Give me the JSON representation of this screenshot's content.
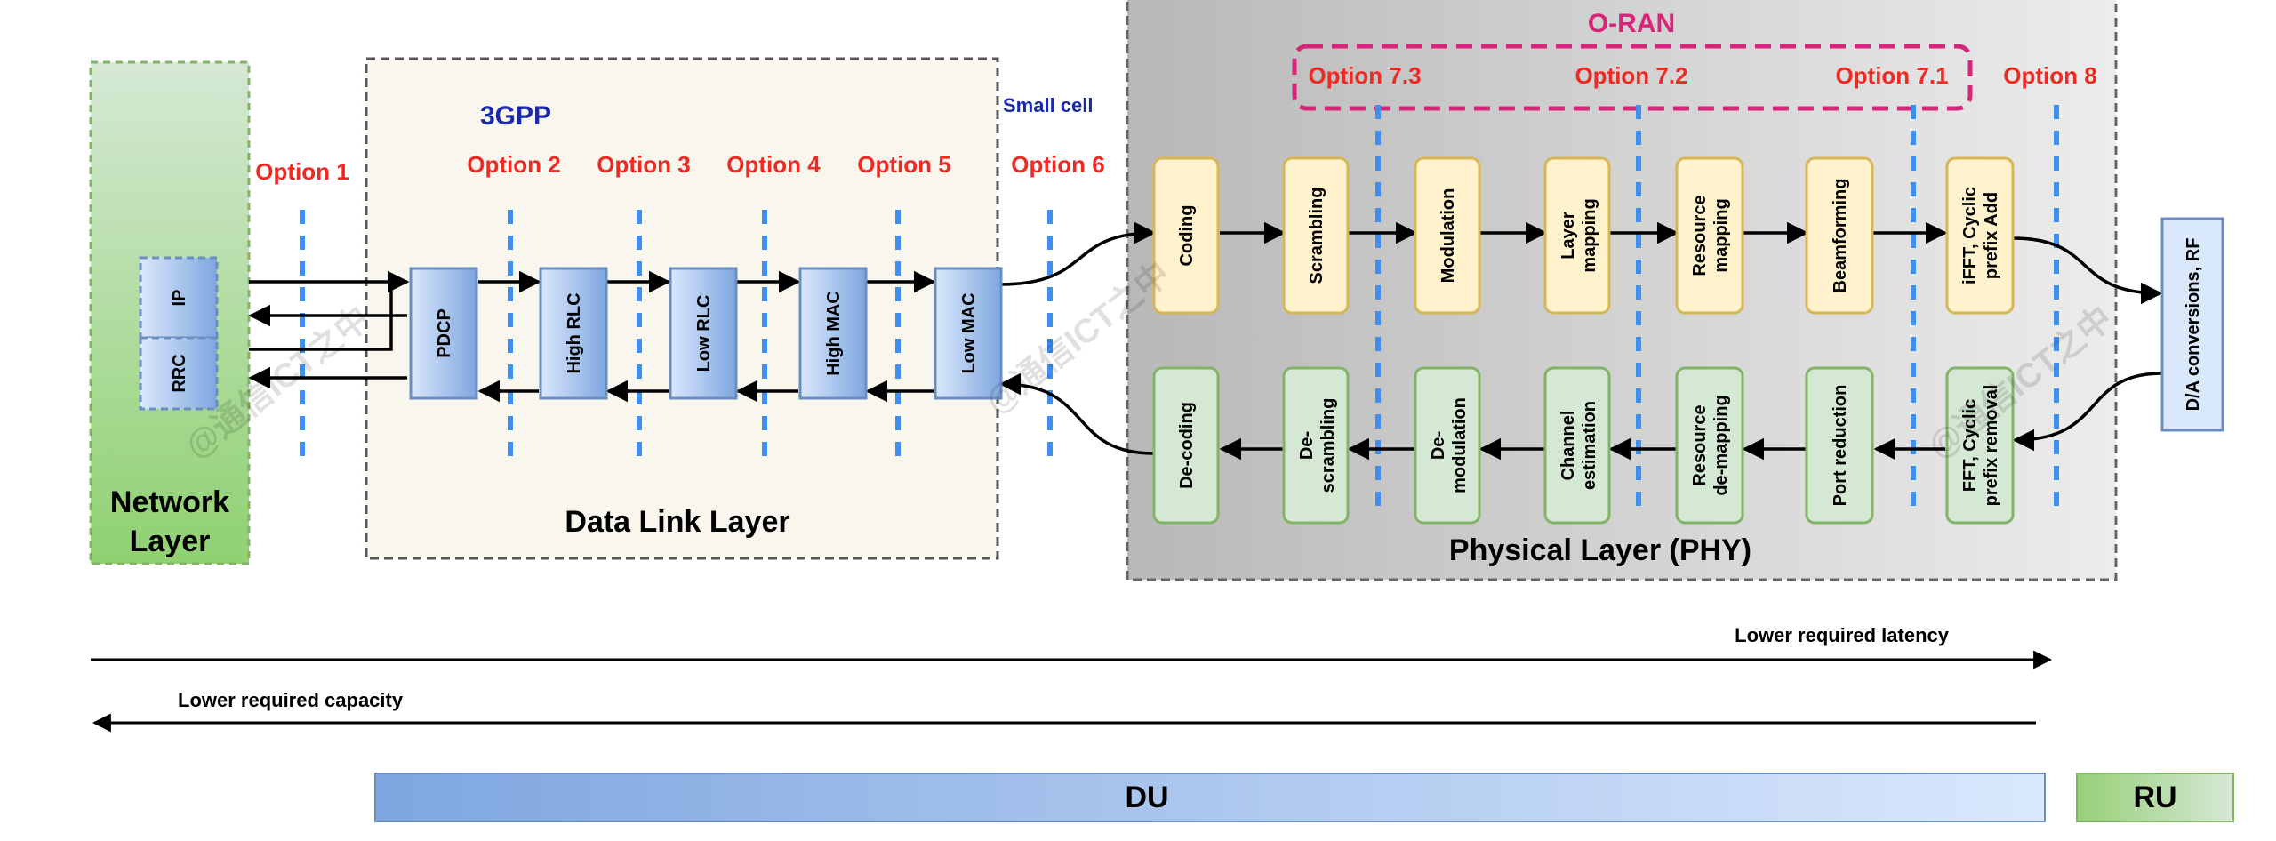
{
  "title": "O-RAN",
  "groups": {
    "network": [
      "Network",
      "Layer"
    ],
    "datalink": "Data Link Layer",
    "phy": "Physical Layer (PHY)",
    "gpp": "3GPP",
    "small_cell": "Small cell"
  },
  "options": {
    "o1": "Option 1",
    "o2": "Option 2",
    "o3": "Option 3",
    "o4": "Option 4",
    "o5": "Option 5",
    "o6": "Option 6",
    "o73": "Option 7.3",
    "o72": "Option 7.2",
    "o71": "Option 7.1",
    "o8": "Option 8"
  },
  "blocks": {
    "ip": "IP",
    "rrc": "RRC",
    "pdcp": "PDCP",
    "high_rlc": "High RLC",
    "low_rlc": "Low RLC",
    "high_mac": "High MAC",
    "low_mac": "Low MAC",
    "coding": "Coding",
    "scrambling": "Scrambling",
    "modulation": "Modulation",
    "layer_mapping": [
      "Layer",
      "mapping"
    ],
    "resource_mapping": [
      "Resource",
      "mapping"
    ],
    "beamforming": "Beamforming",
    "ifft": [
      "iFFT, Cyclic",
      "prefix Add"
    ],
    "decoding": "De-coding",
    "descrambling": [
      "De-",
      "scrambling"
    ],
    "demodulation": [
      "De-",
      "modulation"
    ],
    "channel_est": [
      "Channel",
      "estimation"
    ],
    "resource_demap": [
      "Resource",
      "de-mapping"
    ],
    "port_reduction": "Port reduction",
    "fft": [
      "FFT, Cyclic",
      "prefix removal"
    ],
    "da": "D/A conversions, RF"
  },
  "axes": {
    "latency": "Lower required latency",
    "capacity": "Lower required capacity"
  },
  "bars": {
    "du": "DU",
    "ru": "RU"
  },
  "watermark": "@通信ICT之中",
  "colors": {
    "option_red": "#ee2a24",
    "oran_pink": "#d6267a",
    "gpp_blue": "#1a2aa8",
    "split_blue": "#3d8ff0",
    "yellow_fill": "#fff2cc",
    "yellow_stroke": "#d6b656",
    "green_fill": "#d5e8d4",
    "green_stroke": "#82b366",
    "blue_block": "#7ea6e0"
  }
}
